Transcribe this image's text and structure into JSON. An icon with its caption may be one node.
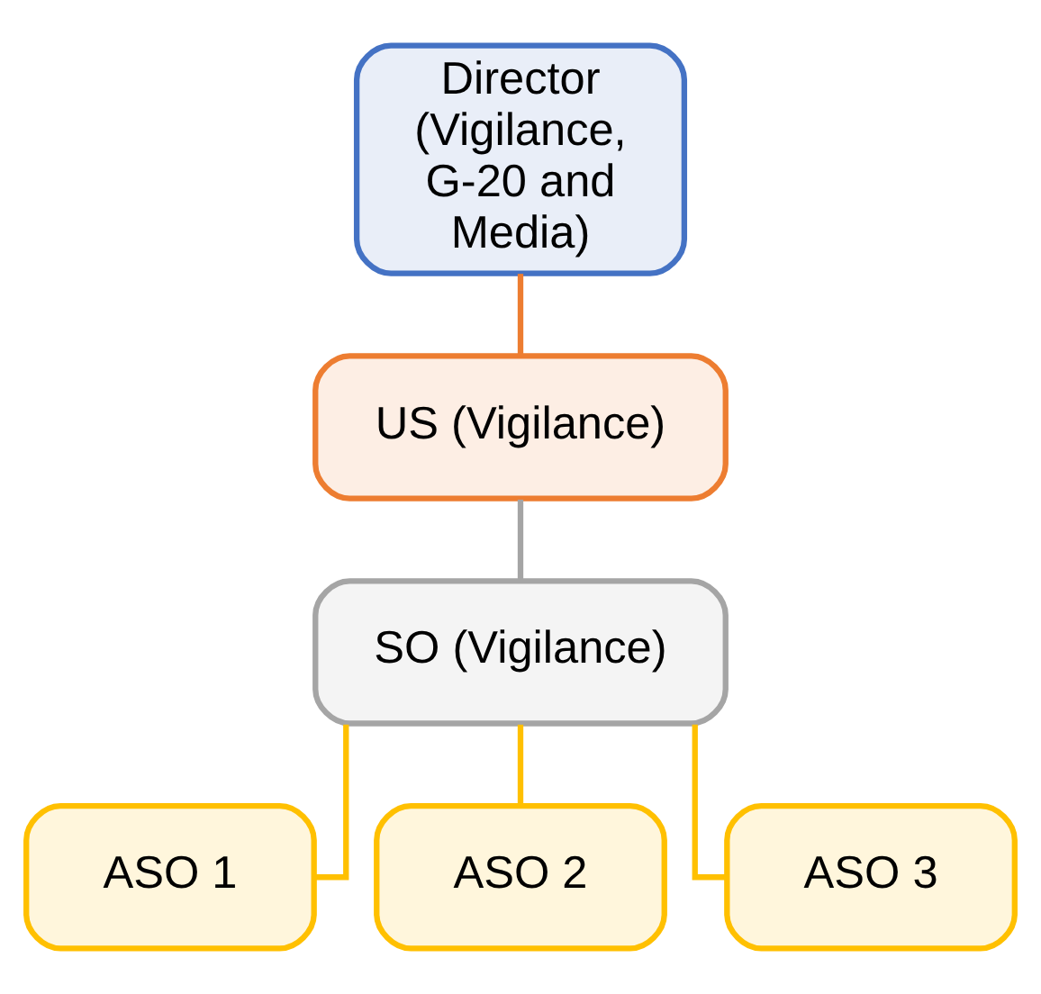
{
  "diagram": {
    "nodes": [
      {
        "text": [
          "Director (Vigilance, G-20 and Media)"
        ]
      },
      {
        "text": [
          "US (Vigilance)"
        ]
      },
      {
        "text": [
          "SO (Vigilance)"
        ]
      },
      {
        "text": [
          "ASO 1"
        ]
      },
      {
        "text": [
          "ASO 2"
        ]
      },
      {
        "text": [
          "ASO 3"
        ]
      }
    ],
    "edges": [
      {
        "from": 0,
        "to": 1,
        "arrow": "none",
        "color": "#ed7d31"
      },
      {
        "from": 1,
        "to": 2,
        "arrow": "none",
        "color": "#a5a5a5"
      },
      {
        "from": 2,
        "to": 3,
        "arrow": "none"
      },
      {
        "from": 2,
        "to": 4,
        "arrow": "none"
      },
      {
        "from": 2,
        "to": 5,
        "arrow": "none"
      }
    ]
  }
}
